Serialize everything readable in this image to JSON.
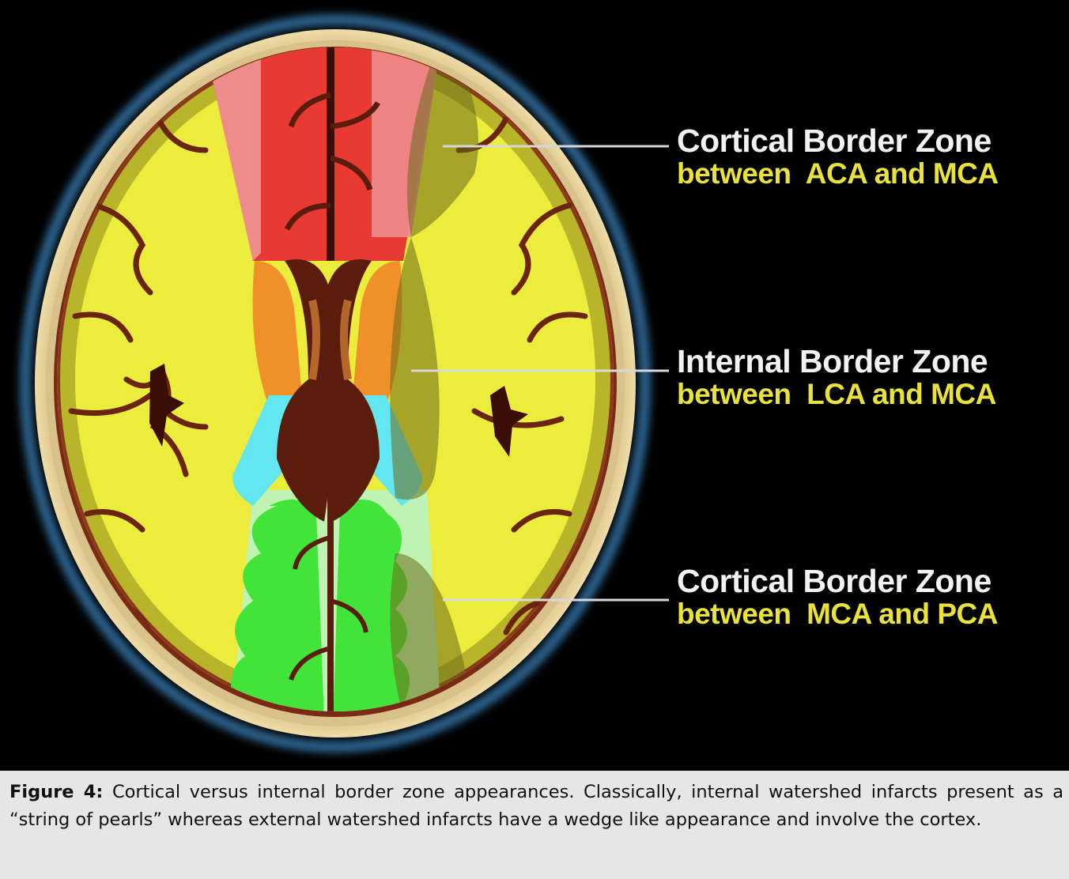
{
  "labels": [
    {
      "title": "Cortical Border Zone",
      "sub": "between  ACA and MCA"
    },
    {
      "title": "Internal Border Zone",
      "sub": "between  LCA and MCA"
    },
    {
      "title": "Cortical Border Zone",
      "sub": "between  MCA and PCA"
    }
  ],
  "caption": {
    "label": "Figure 4:",
    "text": " Cortical versus internal border zone appearances. Classically, internal watershed infarcts present as a “string of pearls” whereas external watershed infarcts have a wedge like appearance and involve the cortex."
  },
  "colors": {
    "background": "#000000",
    "skull_halo": "#3f8fcf",
    "skull_bone": "#d8c18a",
    "mca_territory": "#ecec3c",
    "mca_cortex": "#b9b52a",
    "aca_territory": "#e83a33",
    "aca_light": "#ee8c8c",
    "pca_territory": "#43e43a",
    "pca_light": "#bff3b4",
    "border_zone_orange": "#f09028",
    "border_zone_cyan": "#62e6f0",
    "ventricle_brown": "#5a1c0c",
    "caption_background": "#e6e6e6"
  }
}
